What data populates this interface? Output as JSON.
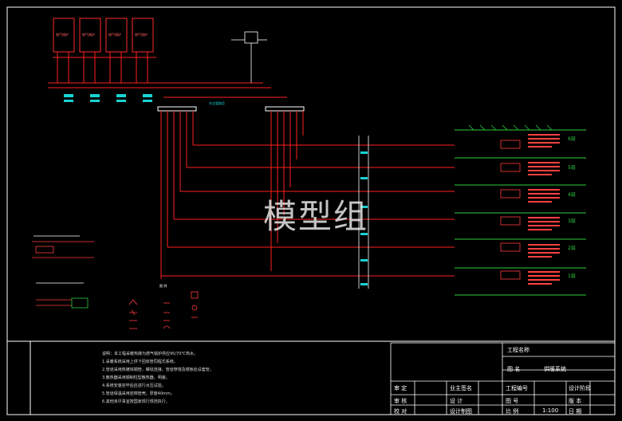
{
  "watermark": "模型组",
  "colors": {
    "background": "#000000",
    "frame": "#ffffff",
    "pipe": "#ff2020",
    "equipment": "#ff2a2a",
    "floor_line": "#2ecc40",
    "label": "#19d3d3",
    "fixture": "#ff3b3b",
    "text": "#ffffff"
  },
  "diagram": {
    "header_label": "东北管路总",
    "floor_labels": [
      "6层",
      "5层",
      "4层",
      "3层",
      "2层",
      "1层"
    ],
    "boilers": [
      "燃气锅炉",
      "燃气锅炉",
      "燃气锅炉",
      "燃气锅炉"
    ],
    "legend_title": "图 例"
  },
  "title_block": {
    "project_name_label": "工程名称",
    "drawing_label": "图 名",
    "drawing_value": "供暖系统",
    "audit": "审 定",
    "review": "审 核",
    "check": "校 对",
    "owner": "业主签名",
    "designer": "设 计",
    "design_drawing": "设计制图",
    "project_no": "工程编号",
    "drawing_no": "图 号",
    "scale_label": "比 例",
    "scale_value": "1:100",
    "stage_label": "设计阶段",
    "version_label": "版 本",
    "date_label": "日 期",
    "notes": [
      "说明：本工程采暖热媒为燃气锅炉供应95/70℃热水。",
      "1.采暖系统采用上供下回双管同程式系统。",
      "2.管道采用热镀锌钢管，螺纹连接，管道穿墙及楼板处设套管。",
      "3.散热器采用钢制柱型散热器，明装。",
      "4.系统安装完毕后应进行水压试验。",
      "5.管道保温采用岩棉管壳，厚度40mm。",
      "6.其他未尽事宜按国家现行规范执行。"
    ]
  }
}
